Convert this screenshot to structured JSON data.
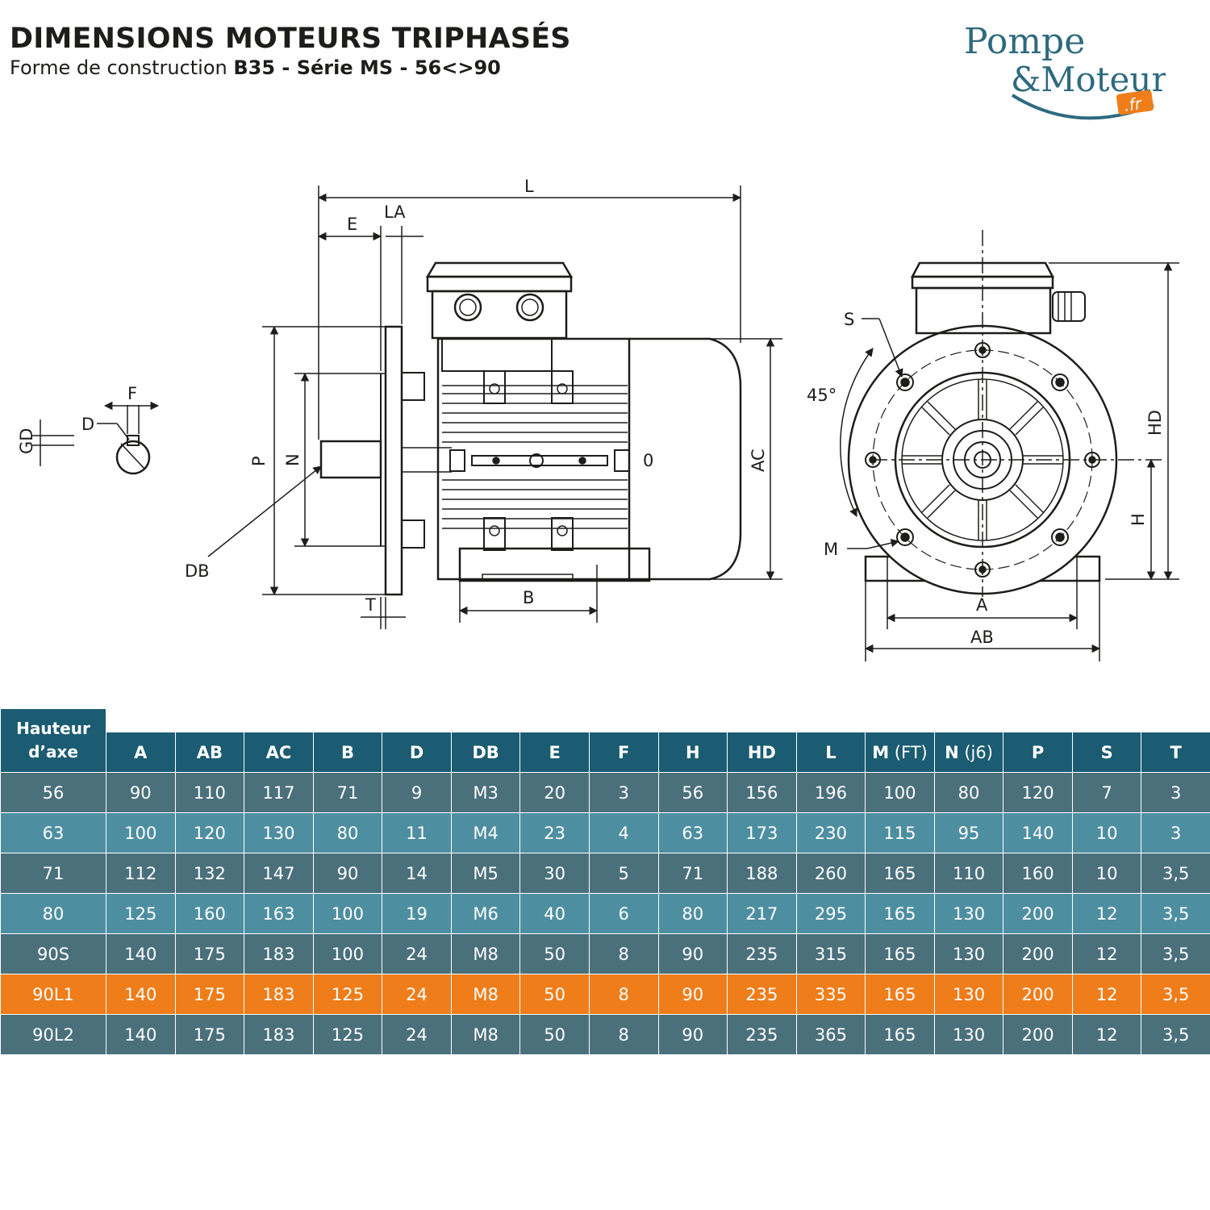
{
  "header": {
    "title": "DIMENSIONS MOTEURS TRIPHASÉS",
    "subtitle_prefix": "Forme de construction ",
    "subtitle_bold": "B35 - Série MS - 56<>90"
  },
  "logo": {
    "word1": "Pompe",
    "word2": "&Moteur",
    "badge": ".fr",
    "colors": {
      "primary": "#2e6a7f",
      "accent": "#ef7d1a"
    }
  },
  "drawing_labels": {
    "L": "L",
    "E": "E",
    "LA": "LA",
    "P": "P",
    "N": "N",
    "DB": "DB",
    "T": "T",
    "B": "B",
    "AC": "AC",
    "zero": "0",
    "F": "F",
    "D": "D",
    "GD": "GD",
    "S": "S",
    "angle": "45°",
    "M": "M",
    "HD": "HD",
    "H": "H",
    "A": "A",
    "AB": "AB"
  },
  "table": {
    "first_header": [
      "Hauteur",
      "d’axe"
    ],
    "headers": [
      {
        "bold": "A",
        "lite": ""
      },
      {
        "bold": "AB",
        "lite": ""
      },
      {
        "bold": "AC",
        "lite": ""
      },
      {
        "bold": "B",
        "lite": ""
      },
      {
        "bold": "D",
        "lite": ""
      },
      {
        "bold": "DB",
        "lite": ""
      },
      {
        "bold": "E",
        "lite": ""
      },
      {
        "bold": "F",
        "lite": ""
      },
      {
        "bold": "H",
        "lite": ""
      },
      {
        "bold": "HD",
        "lite": ""
      },
      {
        "bold": "L",
        "lite": ""
      },
      {
        "bold": "M",
        "lite": " (FT)"
      },
      {
        "bold": "N",
        "lite": " (j6)"
      },
      {
        "bold": "P",
        "lite": ""
      },
      {
        "bold": "S",
        "lite": ""
      },
      {
        "bold": "T",
        "lite": ""
      }
    ],
    "rows": [
      {
        "style": "dark",
        "cells": [
          "56",
          "90",
          "110",
          "117",
          "71",
          "9",
          "M3",
          "20",
          "3",
          "56",
          "156",
          "196",
          "100",
          "80",
          "120",
          "7",
          "3"
        ]
      },
      {
        "style": "light",
        "cells": [
          "63",
          "100",
          "120",
          "130",
          "80",
          "11",
          "M4",
          "23",
          "4",
          "63",
          "173",
          "230",
          "115",
          "95",
          "140",
          "10",
          "3"
        ]
      },
      {
        "style": "dark",
        "cells": [
          "71",
          "112",
          "132",
          "147",
          "90",
          "14",
          "M5",
          "30",
          "5",
          "71",
          "188",
          "260",
          "165",
          "110",
          "160",
          "10",
          "3,5"
        ]
      },
      {
        "style": "light",
        "cells": [
          "80",
          "125",
          "160",
          "163",
          "100",
          "19",
          "M6",
          "40",
          "6",
          "80",
          "217",
          "295",
          "165",
          "130",
          "200",
          "12",
          "3,5"
        ]
      },
      {
        "style": "dark",
        "cells": [
          "90S",
          "140",
          "175",
          "183",
          "100",
          "24",
          "M8",
          "50",
          "8",
          "90",
          "235",
          "315",
          "165",
          "130",
          "200",
          "12",
          "3,5"
        ]
      },
      {
        "style": "hl",
        "cells": [
          "90L1",
          "140",
          "175",
          "183",
          "125",
          "24",
          "M8",
          "50",
          "8",
          "90",
          "235",
          "335",
          "165",
          "130",
          "200",
          "12",
          "3,5"
        ]
      },
      {
        "style": "dark",
        "cells": [
          "90L2",
          "140",
          "175",
          "183",
          "125",
          "24",
          "M8",
          "50",
          "8",
          "90",
          "235",
          "365",
          "165",
          "130",
          "200",
          "12",
          "3,5"
        ]
      }
    ]
  }
}
